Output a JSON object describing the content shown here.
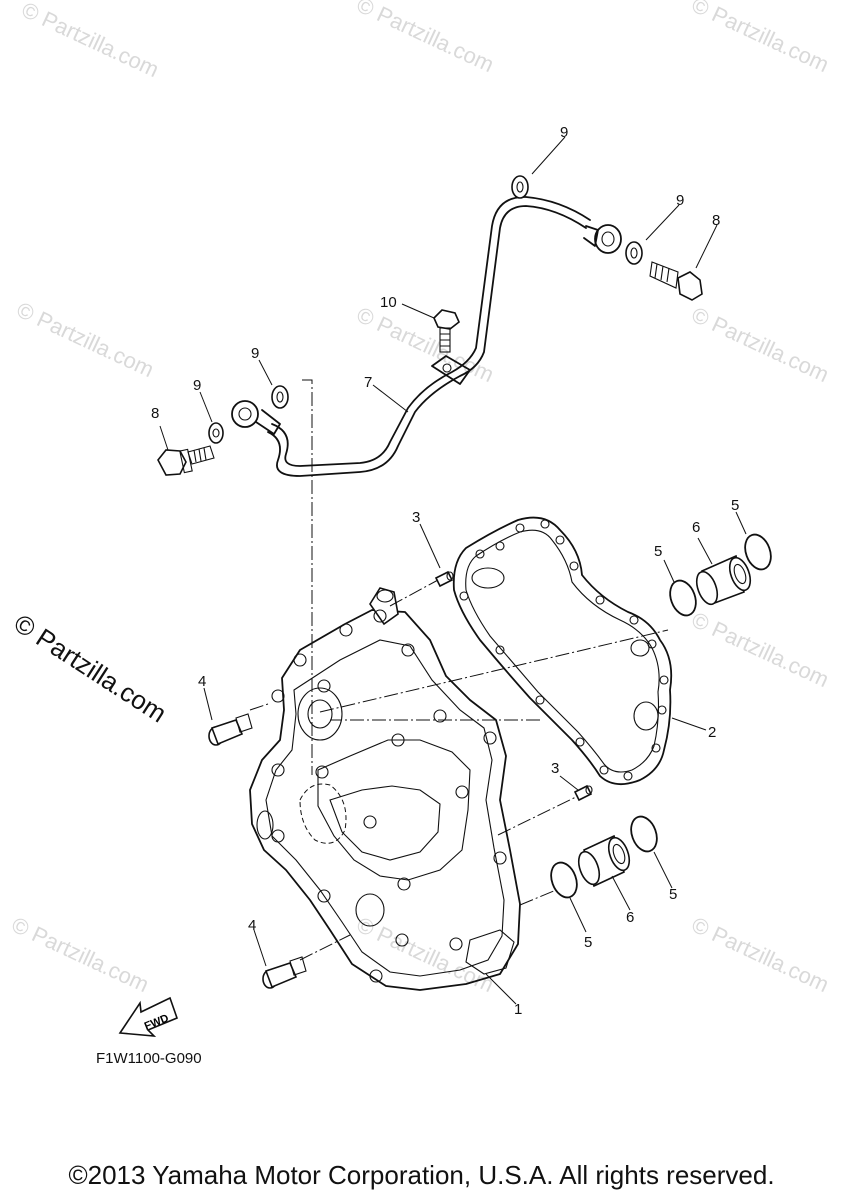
{
  "watermark": {
    "small_text": "© Partzilla.com",
    "large_text": "© Partzilla.com"
  },
  "callouts": [
    "1",
    "2",
    "3",
    "3",
    "4",
    "4",
    "5",
    "5",
    "5",
    "5",
    "6",
    "6",
    "7",
    "8",
    "8",
    "9",
    "9",
    "9",
    "9",
    "10"
  ],
  "fwd_label": "FWD",
  "diagram_code": "F1W1100-G090",
  "copyright": "©2013 Yamaha Motor Corporation, U.S.A. All rights reserved.",
  "colors": {
    "line": "#111111",
    "watermark": "#d9d9d9",
    "background": "#ffffff"
  }
}
